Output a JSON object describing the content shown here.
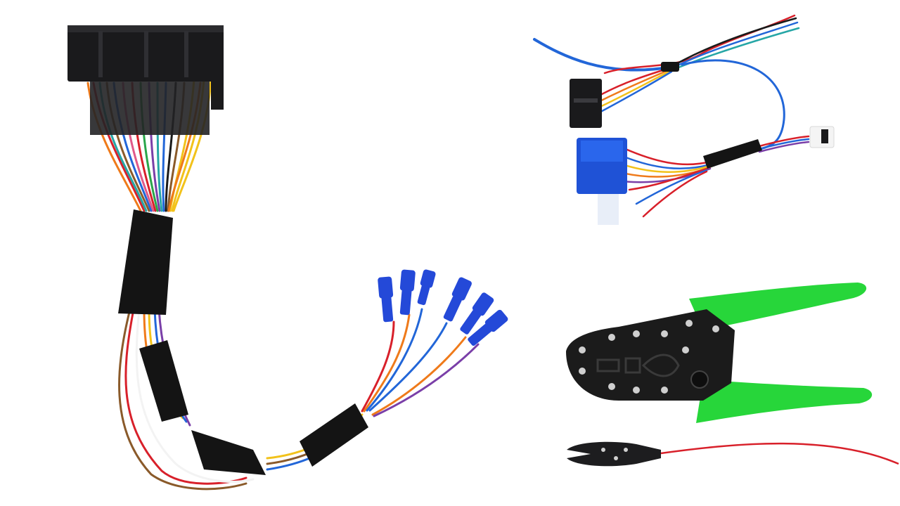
{
  "scene": {
    "background": "#ffffff",
    "items": [
      {
        "name": "wiring-harness-adapter",
        "description_visible_text": ""
      },
      {
        "name": "harness-adapter-with-connectors",
        "description_visible_text": ""
      },
      {
        "name": "wire-crimping-tool",
        "description_visible_text": ""
      },
      {
        "name": "wire-cutter-pliers",
        "description_visible_text": ""
      }
    ],
    "colors": {
      "connector_black": "#1a1a1c",
      "tape_black": "#141414",
      "terminal_blue": "#2449d8",
      "connector_blue": "#1f52d6",
      "tool_handle_green": "#27d63a",
      "tool_body_black": "#1b1b1b",
      "wire_red": "#d8202a",
      "wire_yellow": "#f2c21b",
      "wire_orange": "#ef7a1a",
      "wire_blue": "#2266d8",
      "wire_green": "#2aa64a",
      "wire_purple": "#7a3fa8",
      "wire_teal": "#26a6a6",
      "wire_brown": "#8a5a2a",
      "wire_white": "#f3f3f3",
      "wire_pink": "#e05a8a"
    }
  }
}
